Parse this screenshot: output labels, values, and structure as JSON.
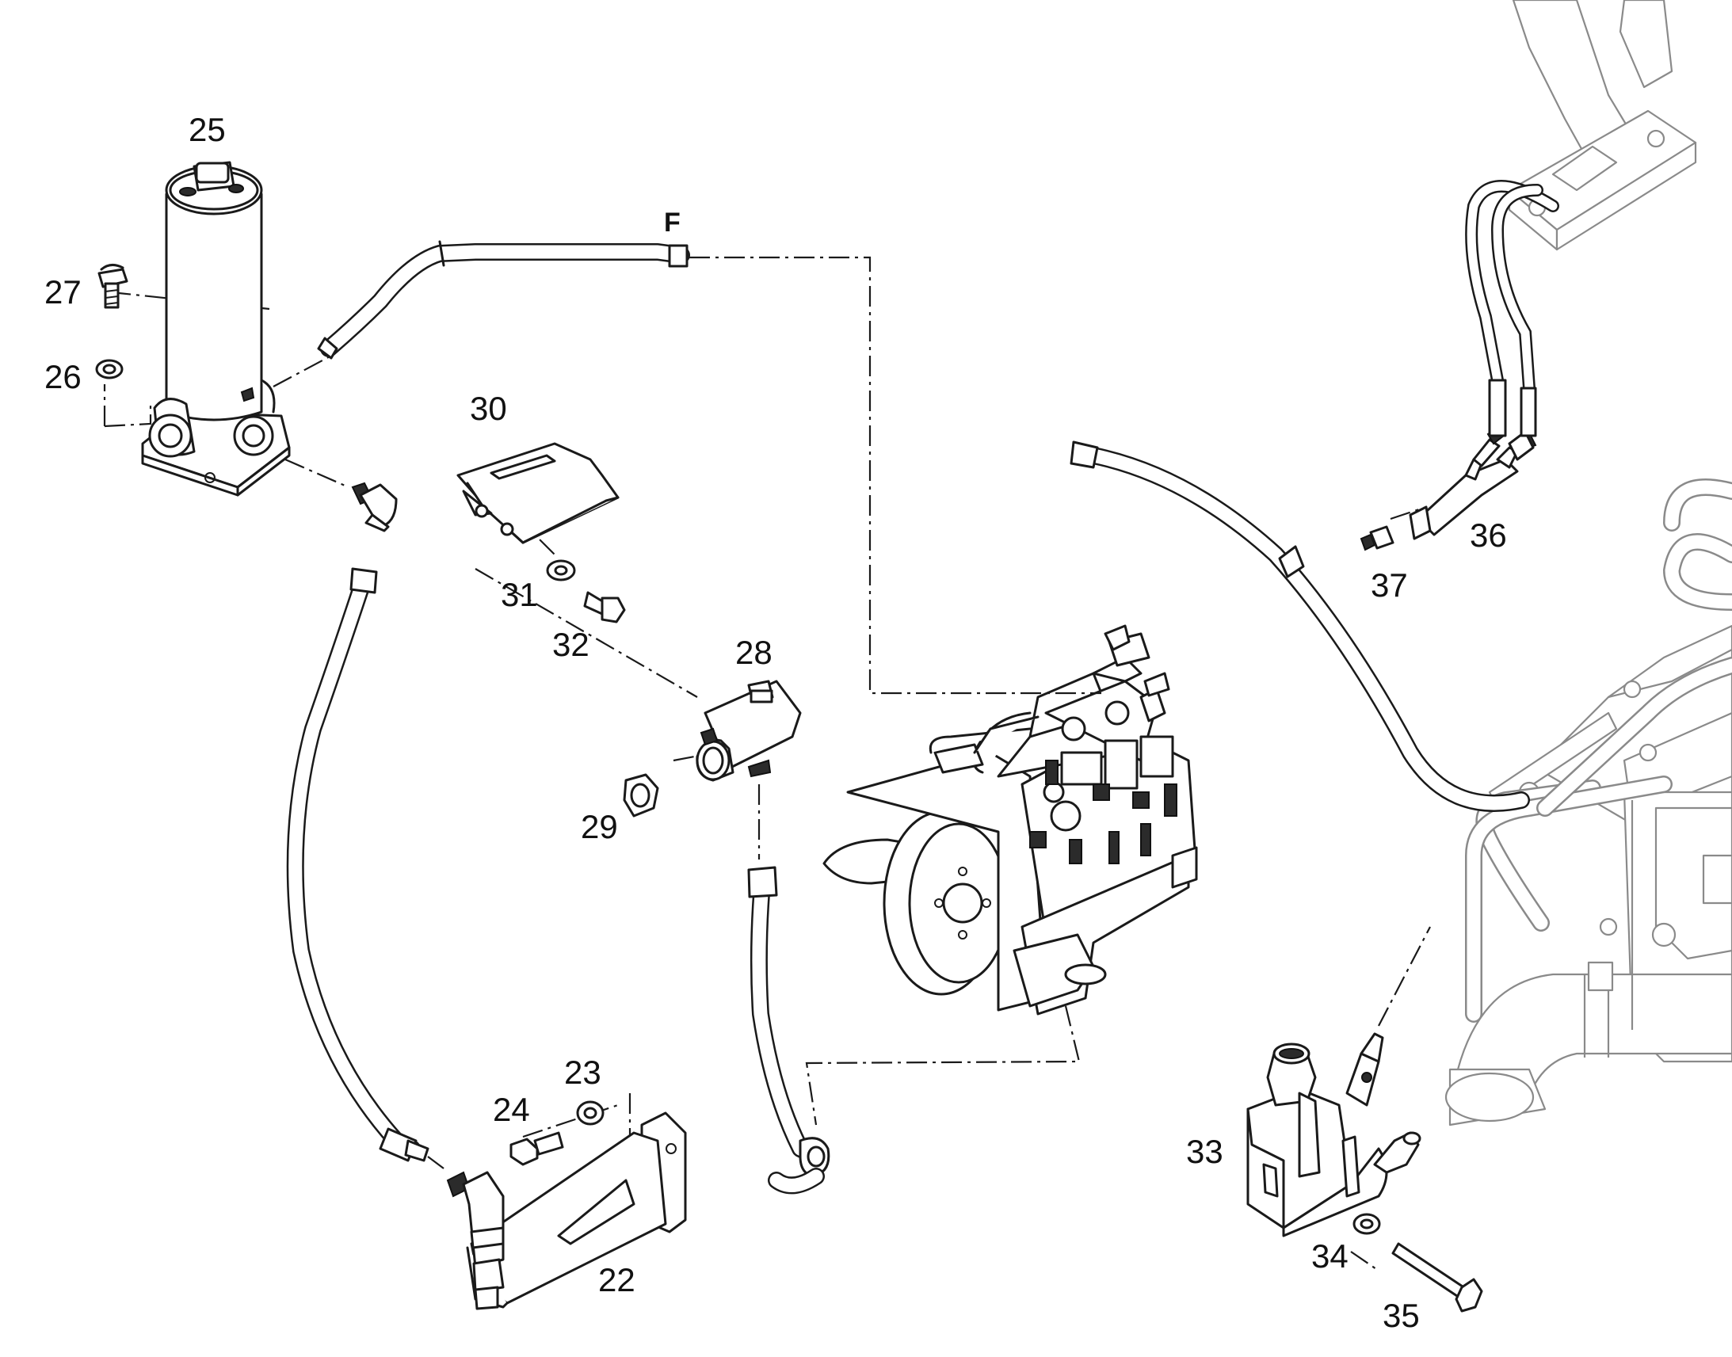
{
  "diagram": {
    "reference_letter": "F",
    "callouts": [
      {
        "id": "22",
        "label": "22"
      },
      {
        "id": "23",
        "label": "23"
      },
      {
        "id": "24",
        "label": "24"
      },
      {
        "id": "25",
        "label": "25"
      },
      {
        "id": "26",
        "label": "26"
      },
      {
        "id": "27",
        "label": "27"
      },
      {
        "id": "28",
        "label": "28"
      },
      {
        "id": "29",
        "label": "29"
      },
      {
        "id": "30",
        "label": "30"
      },
      {
        "id": "31",
        "label": "31"
      },
      {
        "id": "32",
        "label": "32"
      },
      {
        "id": "33",
        "label": "33"
      },
      {
        "id": "34",
        "label": "34"
      },
      {
        "id": "35",
        "label": "35"
      },
      {
        "id": "36",
        "label": "36"
      },
      {
        "id": "37",
        "label": "37"
      }
    ],
    "colors": {
      "line": "#1a1a1a",
      "background_context": "#8a8a8a",
      "page": "#ffffff"
    }
  }
}
